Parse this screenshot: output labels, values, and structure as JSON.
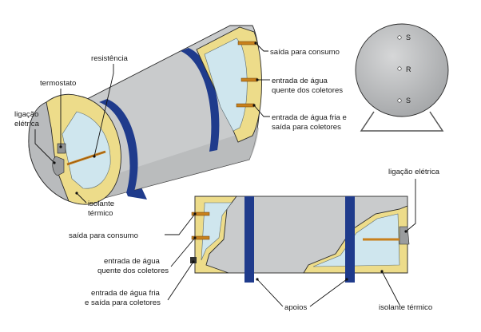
{
  "labels": {
    "resistencia": "resistência",
    "termostato": "termostato",
    "ligacao_eletrica_1": "ligação",
    "ligacao_eletrica_2": "elétrica",
    "isolante_1": "isolante",
    "isolante_2": "térmico",
    "saida_consumo_top": "saída para consumo",
    "entrada_quente_top_1": "entrada de água",
    "entrada_quente_top_2": "quente dos coletores",
    "entrada_fria_top_1": "entrada de água fria e",
    "entrada_fria_top_2": "saída para coletores",
    "end_view_s_top": "S",
    "end_view_r": "R",
    "end_view_s_bottom": "S",
    "ligacao_eletrica_right": "ligação elétrica",
    "saida_consumo_bottom": "saída para consumo",
    "entrada_quente_bottom_1": "entrada de água",
    "entrada_quente_bottom_2": "quente dos coletores",
    "entrada_fria_bottom_1": "entrada de água fria",
    "entrada_fria_bottom_2": "e saída para coletores",
    "apoios": "apoios",
    "isolante_termico_bottom": "isolante térmico"
  },
  "colors": {
    "shell": "#c9cbcc",
    "shell_dark": "#a9abad",
    "insulation": "#eddc8a",
    "water": "#cfe6ee",
    "band": "#1f3b8c",
    "pipe": "#c8801c",
    "end_cap": "#b9bbbd"
  }
}
